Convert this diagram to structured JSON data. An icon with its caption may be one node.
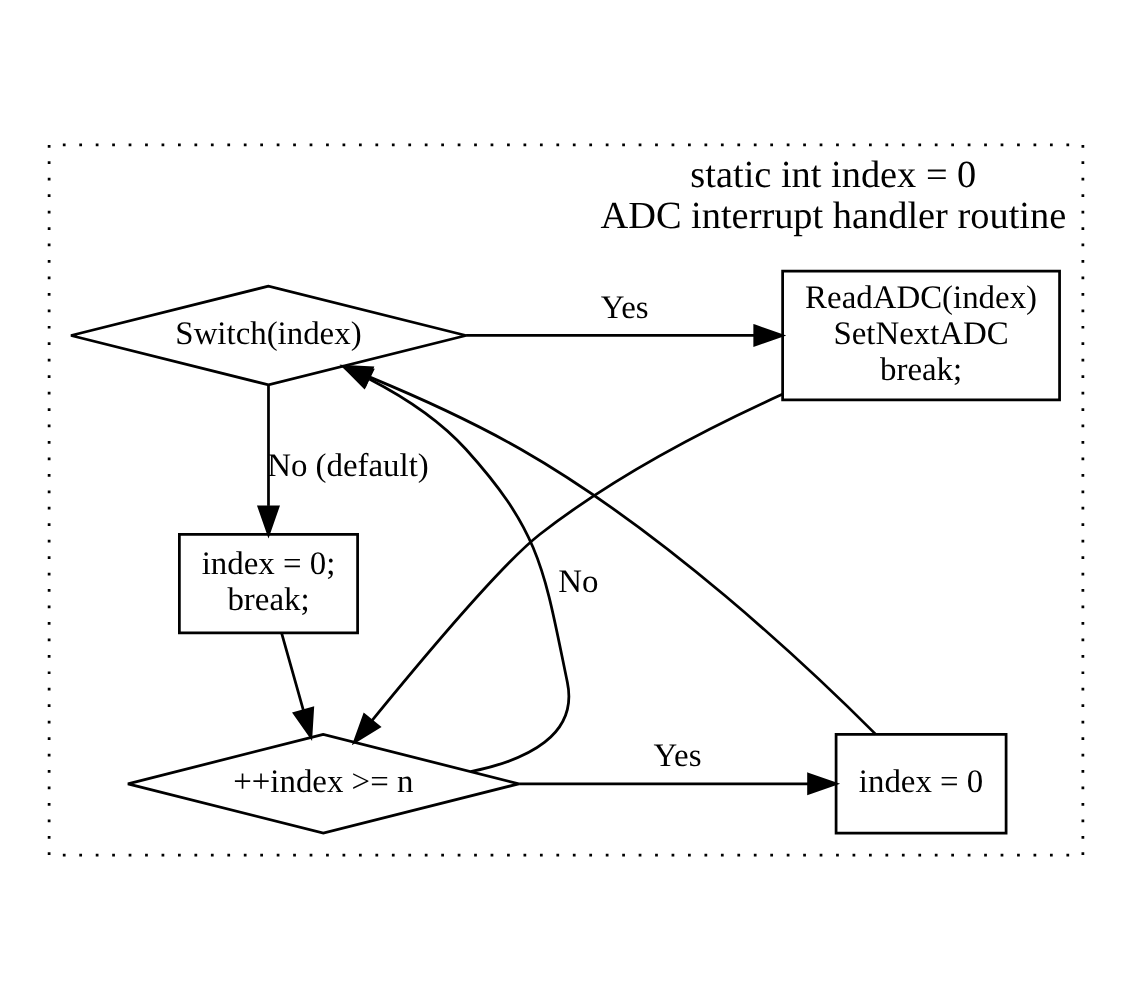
{
  "diagram": {
    "nodes": [
      {
        "text": [
          "static int index = 0",
          "ADC interrupt handler routine"
        ]
      },
      {
        "text": [
          "Switch(index)"
        ],
        "in": 0
      },
      {
        "text": [
          "ReadADC(index)",
          "SetNextADC",
          "break;"
        ],
        "in": 0
      },
      {
        "text": [
          "index = 0;",
          "break;"
        ],
        "in": 0
      },
      {
        "text": [
          "++index >= n"
        ],
        "in": 0
      },
      {
        "text": [
          "index = 0"
        ],
        "in": 0
      }
    ],
    "edges": [
      {
        "from": 1,
        "to": 2,
        "arrow": "to",
        "label": "Yes"
      },
      {
        "from": 1,
        "to": 3,
        "arrow": "to",
        "label": "No (default)"
      },
      {
        "from": 2,
        "to": 4,
        "arrow": "to"
      },
      {
        "from": 3,
        "to": 4,
        "arrow": "to"
      },
      {
        "from": 4,
        "to": 5,
        "arrow": "to",
        "label": "Yes"
      },
      {
        "from": 5,
        "to": 1,
        "arrow": "to"
      },
      {
        "from": 4,
        "to": 1,
        "arrow": "to",
        "label": "No"
      }
    ]
  }
}
